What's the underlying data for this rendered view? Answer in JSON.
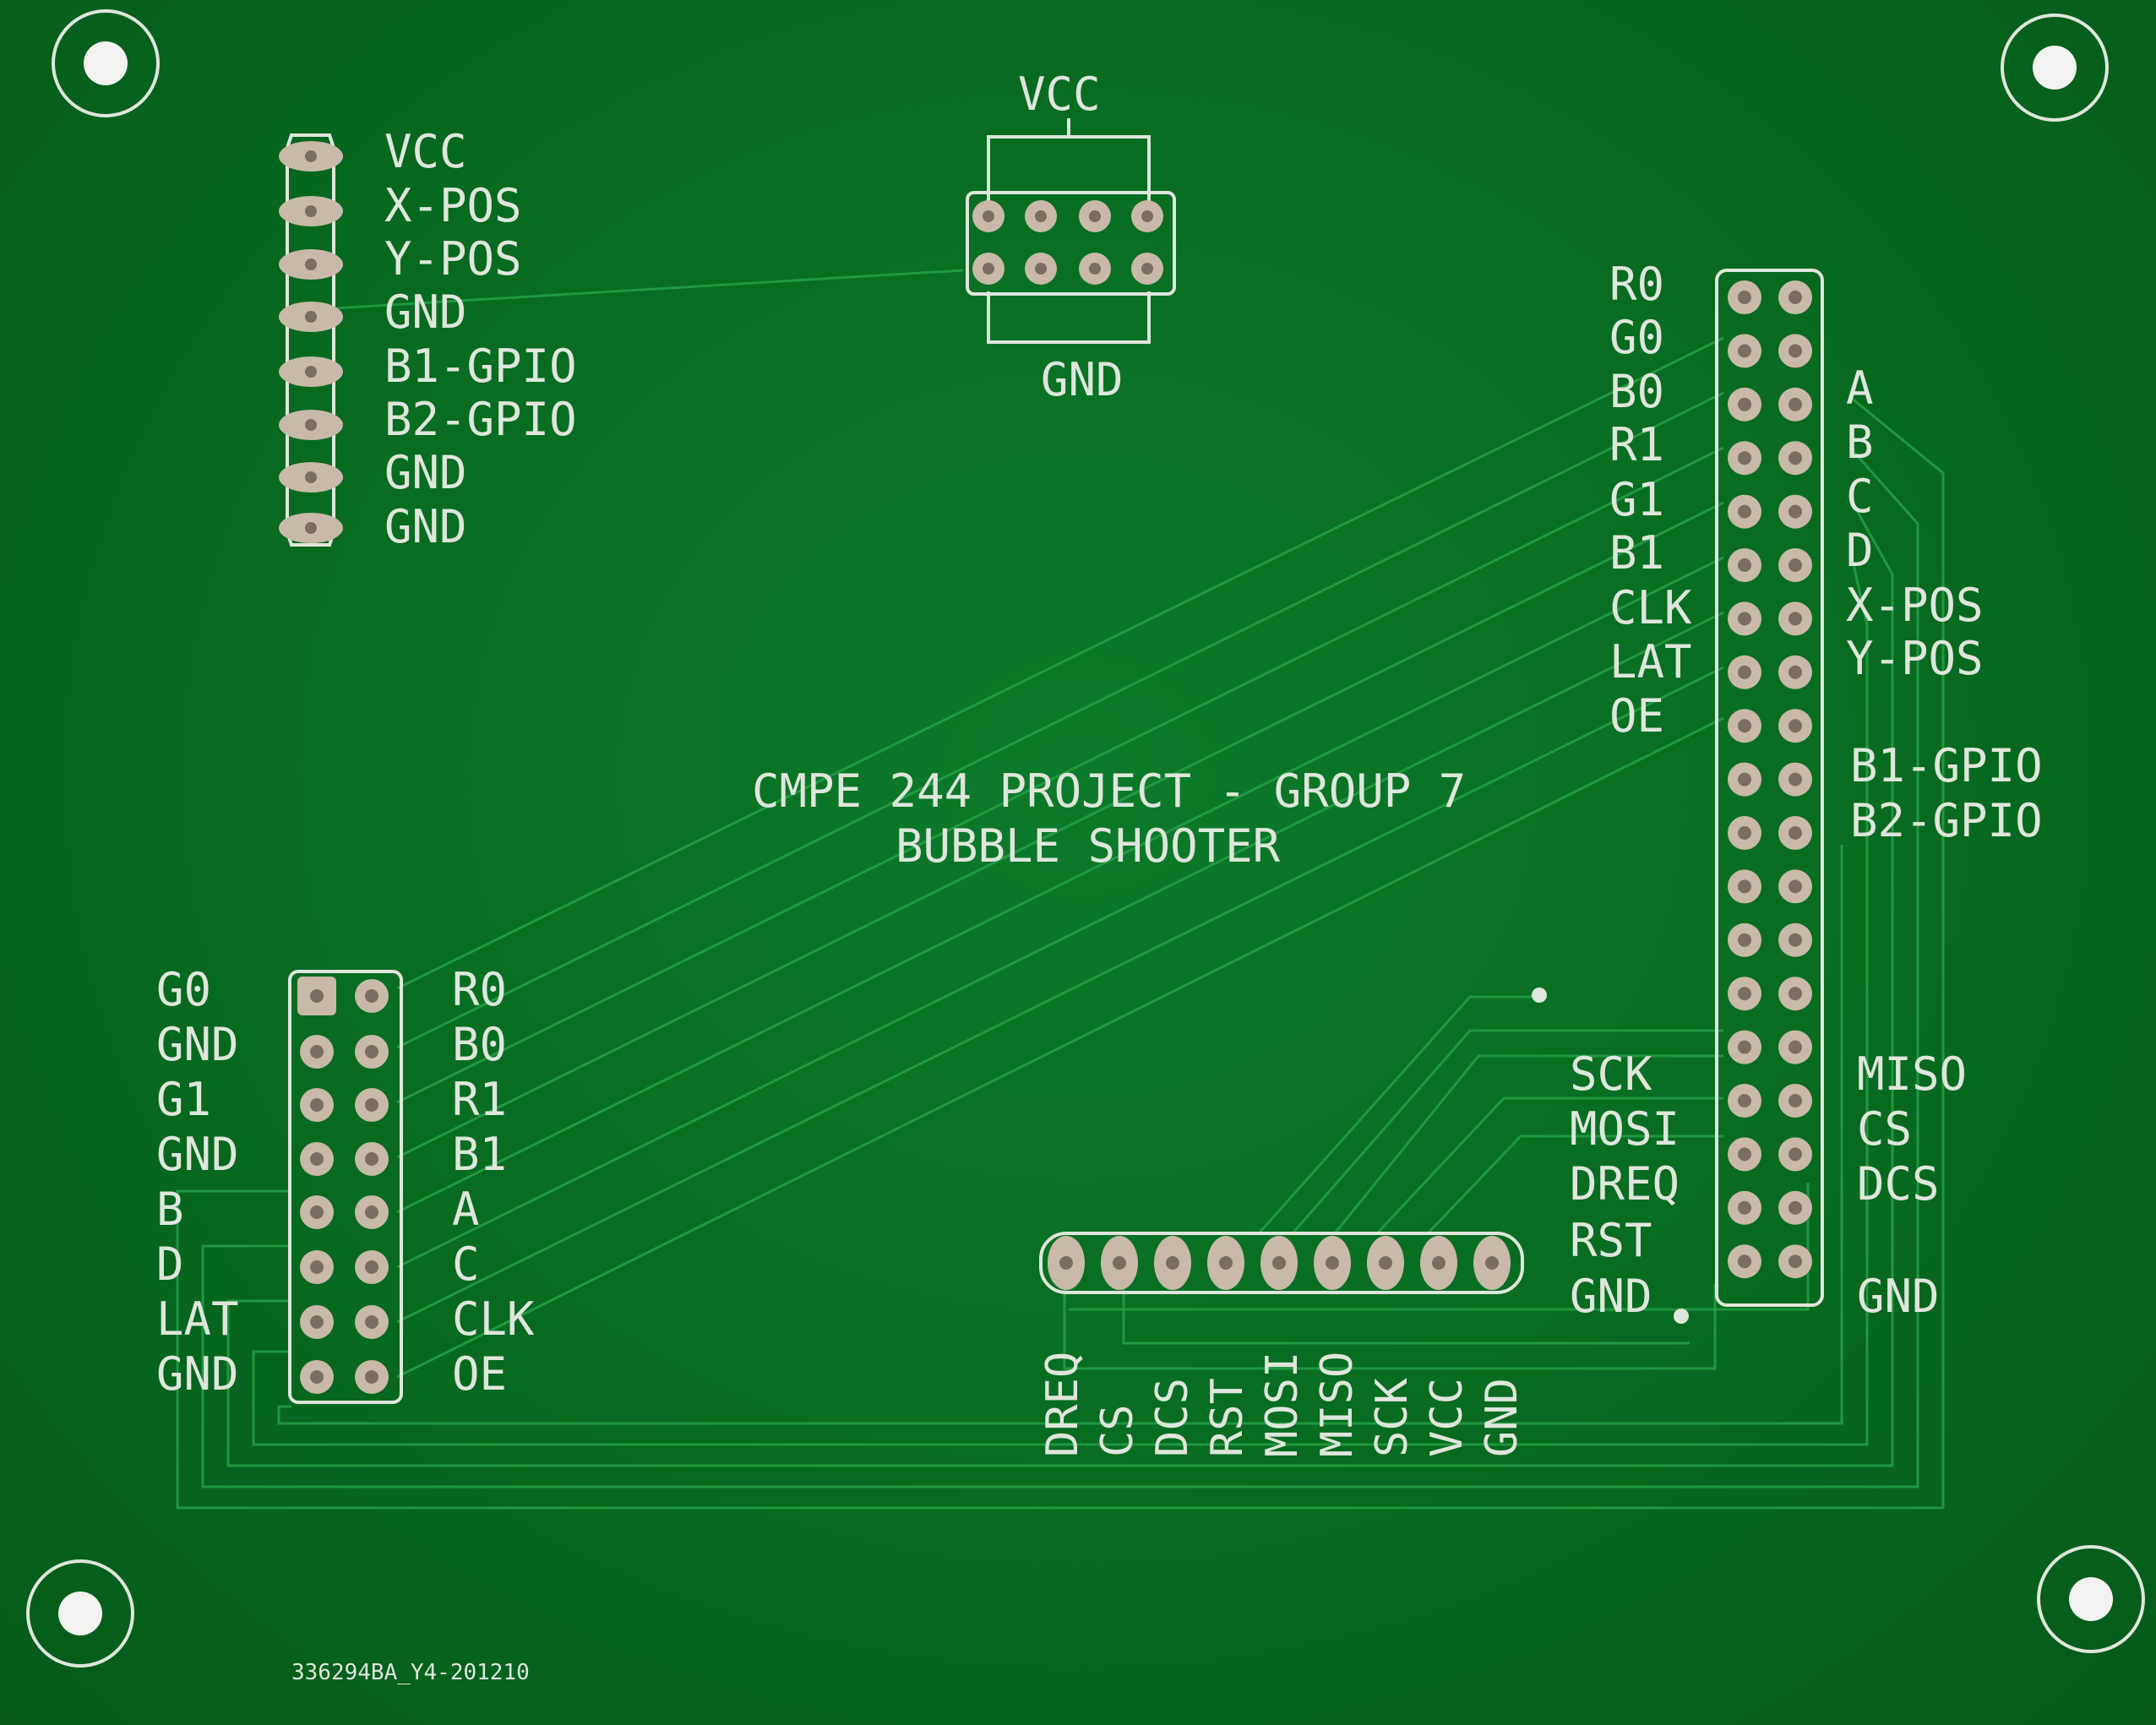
{
  "board": {
    "title_line_1": "CMPE 244 PROJECT - GROUP 7",
    "title_line_2": "BUBBLE SHOOTER",
    "serial": "336294BA_Y4-201210",
    "colors": {
      "substrate": "#07691f",
      "trace": "#25a046",
      "silkscreen": "#dfe6dc",
      "pad": "#c9b9a8"
    }
  },
  "joystick_header": {
    "labels": [
      "VCC",
      "X-POS",
      "Y-POS",
      "GND",
      "B1-GPIO",
      "B2-GPIO",
      "GND",
      "GND"
    ]
  },
  "power_header": {
    "top_label": "VCC",
    "bottom_label": "GND"
  },
  "matrix_header": {
    "left_labels": [
      "G0",
      "GND",
      "G1",
      "GND",
      "B",
      "D",
      "LAT",
      "GND"
    ],
    "right_labels": [
      "R0",
      "B0",
      "R1",
      "B1",
      "A",
      "C",
      "CLK",
      "OE"
    ]
  },
  "mcu_header": {
    "left_labels_top": [
      "R0",
      "G0",
      "B0",
      "R1",
      "G1",
      "B1",
      "CLK",
      "LAT",
      "OE"
    ],
    "right_labels_top": [
      "A",
      "B",
      "C",
      "D",
      "X-POS",
      "Y-POS"
    ],
    "right_labels_gpio": [
      "B1-GPIO",
      "B2-GPIO"
    ],
    "left_labels_bottom": [
      "SCK",
      "MOSI",
      "DREQ",
      "RST",
      "GND"
    ],
    "right_labels_bottom": [
      "MISO",
      "CS",
      "DCS",
      "GND"
    ]
  },
  "audio_header": {
    "labels": [
      "DREQ",
      "CS",
      "DCS",
      "RST",
      "MOSI",
      "MISO",
      "SCK",
      "VCC",
      "GND"
    ]
  }
}
